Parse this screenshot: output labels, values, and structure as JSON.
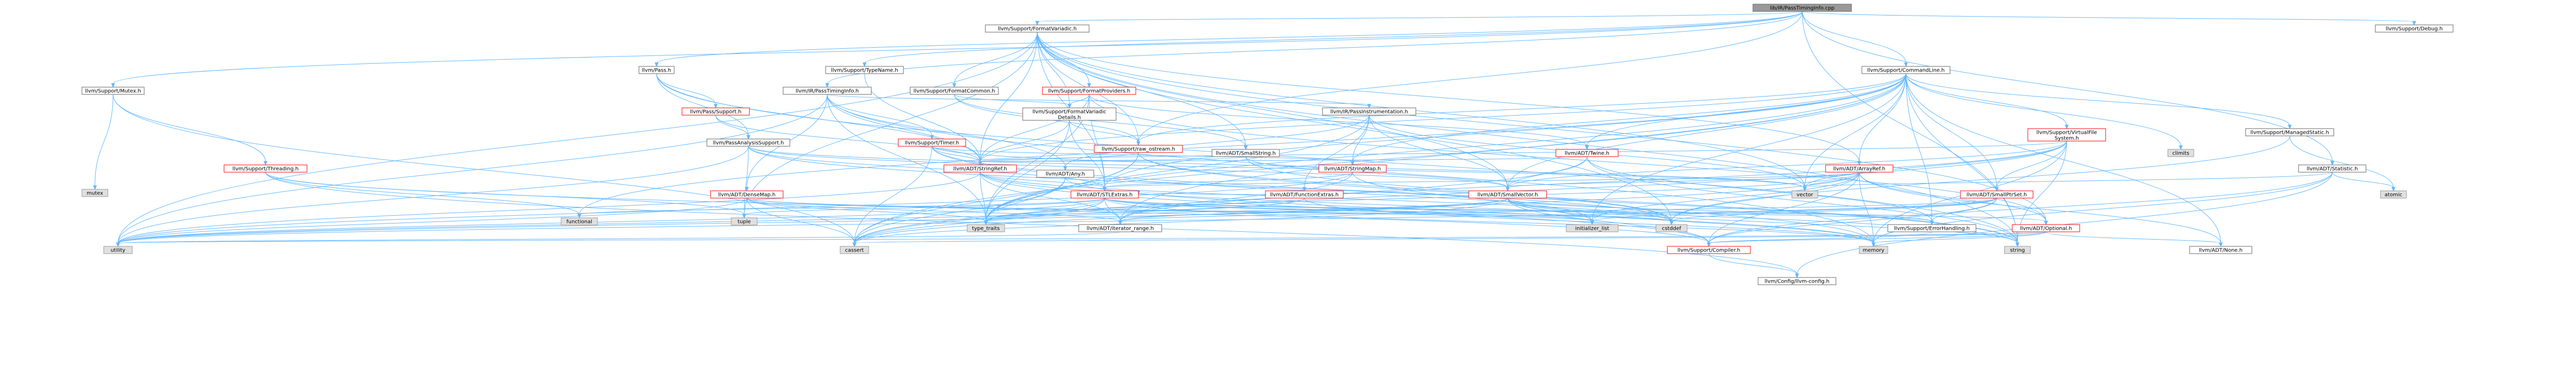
{
  "colors": {
    "root_fill": "#999999",
    "node_fill": "#ffffff",
    "node_border": "#666666",
    "red_border": "#ff0000",
    "red_text": "#000000",
    "system_fill": "#e0e0e0",
    "system_border": "#999999",
    "edge": "#63b8ff"
  },
  "nodes": [
    {
      "id": "root",
      "lines": [
        "lib/IR/PassTimingInfo.cpp"
      ],
      "kind": "root"
    },
    {
      "id": "fv",
      "lines": [
        "llvm/Support/FormatVariadic.h"
      ],
      "kind": "normal"
    },
    {
      "id": "dbg",
      "lines": [
        "llvm/Support/Debug.h"
      ],
      "kind": "normal"
    },
    {
      "id": "cl",
      "lines": [
        "llvm/Support/CommandLine.h"
      ],
      "kind": "normal"
    },
    {
      "id": "pass",
      "lines": [
        "llvm/Pass.h"
      ],
      "kind": "normal"
    },
    {
      "id": "tn",
      "lines": [
        "llvm/Support/TypeName.h"
      ],
      "kind": "normal"
    },
    {
      "id": "pti",
      "lines": [
        "llvm/IR/PassTimingInfo.h"
      ],
      "kind": "normal"
    },
    {
      "id": "mutex",
      "lines": [
        "llvm/Support/Mutex.h"
      ],
      "kind": "normal"
    },
    {
      "id": "fc",
      "lines": [
        "llvm/Support/FormatCommon.h"
      ],
      "kind": "normal"
    },
    {
      "id": "fp",
      "lines": [
        "llvm/Support/FormatProviders.h"
      ],
      "kind": "red"
    },
    {
      "id": "fvd",
      "lines": [
        "llvm/Support/FormatVariadic",
        "Details.h"
      ],
      "kind": "normal"
    },
    {
      "id": "pins",
      "lines": [
        "llvm/IR/PassInstrumentation.h"
      ],
      "kind": "normal"
    },
    {
      "id": "ps",
      "lines": [
        "llvm/Pass/Support.h"
      ],
      "kind": "red"
    },
    {
      "id": "pas",
      "lines": [
        "llvm/PassAnalysisSupport.h"
      ],
      "kind": "normal"
    },
    {
      "id": "timer",
      "lines": [
        "llvm/Support/Timer.h"
      ],
      "kind": "red"
    },
    {
      "id": "rawos",
      "lines": [
        "llvm/Support/raw_ostream.h"
      ],
      "kind": "red"
    },
    {
      "id": "twine",
      "lines": [
        "llvm/ADT/Twine.h"
      ],
      "kind": "red"
    },
    {
      "id": "smstr",
      "lines": [
        "llvm/ADT/SmallString.h"
      ],
      "kind": "normal"
    },
    {
      "id": "vfs",
      "lines": [
        "llvm/Support/VirtualFile",
        "System.h"
      ],
      "kind": "red"
    },
    {
      "id": "mstat",
      "lines": [
        "llvm/Support/ManagedStatic.h"
      ],
      "kind": "normal"
    },
    {
      "id": "climits",
      "lines": [
        "climits"
      ],
      "kind": "system"
    },
    {
      "id": "stat",
      "lines": [
        "llvm/ADT/Statistic.h"
      ],
      "kind": "normal"
    },
    {
      "id": "thr",
      "lines": [
        "llvm/Support/Threading.h"
      ],
      "kind": "red"
    },
    {
      "id": "mutexsys",
      "lines": [
        "mutex"
      ],
      "kind": "system"
    },
    {
      "id": "dmap",
      "lines": [
        "llvm/ADT/DenseMap.h"
      ],
      "kind": "red"
    },
    {
      "id": "sref",
      "lines": [
        "llvm/ADT/StringRef.h"
      ],
      "kind": "red"
    },
    {
      "id": "any",
      "lines": [
        "llvm/ADT/Any.h"
      ],
      "kind": "normal"
    },
    {
      "id": "smap",
      "lines": [
        "llvm/ADT/StringMap.h"
      ],
      "kind": "red"
    },
    {
      "id": "aref",
      "lines": [
        "llvm/ADT/ArrayRef.h"
      ],
      "kind": "red"
    },
    {
      "id": "stlx",
      "lines": [
        "llvm/ADT/STLExtras.h"
      ],
      "kind": "red"
    },
    {
      "id": "fnx",
      "lines": [
        "llvm/ADT/FunctionExtras.h"
      ],
      "kind": "red"
    },
    {
      "id": "svec",
      "lines": [
        "llvm/ADT/SmallVector.h"
      ],
      "kind": "red"
    },
    {
      "id": "vector",
      "lines": [
        "vector"
      ],
      "kind": "system"
    },
    {
      "id": "sps",
      "lines": [
        "llvm/ADT/SmallPtrSet.h"
      ],
      "kind": "red"
    },
    {
      "id": "atomic",
      "lines": [
        "atomic"
      ],
      "kind": "system"
    },
    {
      "id": "functional",
      "lines": [
        "functional"
      ],
      "kind": "system"
    },
    {
      "id": "tuple",
      "lines": [
        "tuple"
      ],
      "kind": "system"
    },
    {
      "id": "tt",
      "lines": [
        "type_traits"
      ],
      "kind": "system"
    },
    {
      "id": "itr",
      "lines": [
        "llvm/ADT/iterator_range.h"
      ],
      "kind": "normal"
    },
    {
      "id": "il",
      "lines": [
        "initializer_list"
      ],
      "kind": "system"
    },
    {
      "id": "cstddef",
      "lines": [
        "cstddef"
      ],
      "kind": "system"
    },
    {
      "id": "errh",
      "lines": [
        "llvm/Support/ErrorHandling.h"
      ],
      "kind": "normal"
    },
    {
      "id": "opt",
      "lines": [
        "llvm/ADT/Optional.h"
      ],
      "kind": "red"
    },
    {
      "id": "utility",
      "lines": [
        "utility"
      ],
      "kind": "system"
    },
    {
      "id": "cassert",
      "lines": [
        "cassert"
      ],
      "kind": "system"
    },
    {
      "id": "comp",
      "lines": [
        "llvm/Support/Compiler.h"
      ],
      "kind": "red"
    },
    {
      "id": "memory",
      "lines": [
        "memory"
      ],
      "kind": "system"
    },
    {
      "id": "string",
      "lines": [
        "string"
      ],
      "kind": "system"
    },
    {
      "id": "none",
      "lines": [
        "llvm/ADT/None.h"
      ],
      "kind": "normal"
    },
    {
      "id": "cfg",
      "lines": [
        "llvm/Config/llvm-config.h"
      ],
      "kind": "normal"
    }
  ],
  "edges": [
    [
      "root",
      "fv"
    ],
    [
      "root",
      "dbg"
    ],
    [
      "root",
      "cl"
    ],
    [
      "root",
      "pass"
    ],
    [
      "root",
      "tn"
    ],
    [
      "root",
      "pti"
    ],
    [
      "root",
      "mutex"
    ],
    [
      "root",
      "rawos"
    ],
    [
      "root",
      "stat"
    ],
    [
      "root",
      "string"
    ],
    [
      "fv",
      "fc"
    ],
    [
      "fv",
      "fp"
    ],
    [
      "fv",
      "fvd"
    ],
    [
      "fv",
      "rawos"
    ],
    [
      "fv",
      "smstr"
    ],
    [
      "fv",
      "sref"
    ],
    [
      "fv",
      "aref"
    ],
    [
      "fv",
      "stlx"
    ],
    [
      "fv",
      "svec"
    ],
    [
      "fv",
      "opt"
    ],
    [
      "fv",
      "cstddef"
    ],
    [
      "fv",
      "string"
    ],
    [
      "fv",
      "tuple"
    ],
    [
      "fv",
      "utility"
    ],
    [
      "fv",
      "vector"
    ],
    [
      "cl",
      "aref"
    ],
    [
      "cl",
      "stlx"
    ],
    [
      "cl",
      "smptr"
    ],
    [
      "cl",
      "svec"
    ],
    [
      "cl",
      "sref"
    ],
    [
      "cl",
      "twine"
    ],
    [
      "cl",
      "itr"
    ],
    [
      "cl",
      "vfs"
    ],
    [
      "cl",
      "mstat"
    ],
    [
      "cl",
      "errh"
    ],
    [
      "cl",
      "climits"
    ],
    [
      "cl",
      "cassert"
    ],
    [
      "cl",
      "functional"
    ],
    [
      "cl",
      "il"
    ],
    [
      "cl",
      "string"
    ],
    [
      "cl",
      "tt"
    ],
    [
      "cl",
      "vector"
    ],
    [
      "cl",
      "sps"
    ],
    [
      "cl",
      "smap"
    ],
    [
      "cl",
      "rawos"
    ],
    [
      "cl",
      "none"
    ],
    [
      "pass",
      "ps"
    ],
    [
      "pass",
      "pas"
    ],
    [
      "pass",
      "sref"
    ],
    [
      "pass",
      "string"
    ],
    [
      "tn",
      "sref"
    ],
    [
      "pti",
      "any"
    ],
    [
      "pti",
      "dmap"
    ],
    [
      "pti",
      "sref"
    ],
    [
      "pti",
      "timer"
    ],
    [
      "pti",
      "tt"
    ],
    [
      "pti",
      "memory"
    ],
    [
      "pti",
      "utility"
    ],
    [
      "pti",
      "pins"
    ],
    [
      "mutex",
      "thr"
    ],
    [
      "mutex",
      "mutexsys"
    ],
    [
      "mutex",
      "cassert"
    ],
    [
      "fc",
      "fvd"
    ],
    [
      "fc",
      "rawos"
    ],
    [
      "fc",
      "smstr"
    ],
    [
      "fp",
      "fvd"
    ],
    [
      "fp",
      "twine"
    ],
    [
      "fp",
      "stlx"
    ],
    [
      "fp",
      "sref"
    ],
    [
      "fp",
      "opt"
    ],
    [
      "fp",
      "tt"
    ],
    [
      "fvd",
      "rawos"
    ],
    [
      "fvd",
      "sref"
    ],
    [
      "fvd",
      "stlx"
    ],
    [
      "fvd",
      "tt"
    ],
    [
      "pins",
      "any"
    ],
    [
      "pins",
      "fnx"
    ],
    [
      "pins",
      "svec"
    ],
    [
      "pins",
      "smap"
    ],
    [
      "pins",
      "tt"
    ],
    [
      "pins",
      "vector"
    ],
    [
      "ps",
      "pas"
    ],
    [
      "ps",
      "sref"
    ],
    [
      "pas",
      "svec"
    ],
    [
      "pas",
      "stlx"
    ],
    [
      "pas",
      "cstddef"
    ],
    [
      "pas",
      "tuple"
    ],
    [
      "pas",
      "utility"
    ],
    [
      "pas",
      "vector"
    ],
    [
      "timer",
      "smap"
    ],
    [
      "timer",
      "sref"
    ],
    [
      "timer",
      "cassert"
    ],
    [
      "timer",
      "memory"
    ],
    [
      "timer",
      "string"
    ],
    [
      "timer",
      "vector"
    ],
    [
      "rawos",
      "sref"
    ],
    [
      "rawos",
      "cassert"
    ],
    [
      "rawos",
      "cstddef"
    ],
    [
      "rawos",
      "string"
    ],
    [
      "rawos",
      "tt"
    ],
    [
      "twine",
      "svec"
    ],
    [
      "twine",
      "sref"
    ],
    [
      "twine",
      "errh"
    ],
    [
      "twine",
      "cassert"
    ],
    [
      "twine",
      "cstdint"
    ],
    [
      "twine",
      "string"
    ],
    [
      "smstr",
      "svec"
    ],
    [
      "smstr",
      "sref"
    ],
    [
      "smstr",
      "cstddef"
    ],
    [
      "vfs",
      "sps"
    ],
    [
      "vfs",
      "svec"
    ],
    [
      "vfs",
      "sref"
    ],
    [
      "vfs",
      "cassert"
    ],
    [
      "vfs",
      "memory"
    ],
    [
      "vfs",
      "string"
    ],
    [
      "vfs",
      "vector"
    ],
    [
      "vfs",
      "itr"
    ],
    [
      "mstat",
      "atomic"
    ],
    [
      "mstat",
      "cstddef"
    ],
    [
      "stat",
      "atomic"
    ],
    [
      "stat",
      "memory"
    ],
    [
      "stat",
      "vector"
    ],
    [
      "stat",
      "cfg"
    ],
    [
      "stat",
      "comp"
    ],
    [
      "thr",
      "cfg"
    ],
    [
      "thr",
      "comp"
    ],
    [
      "thr",
      "functional"
    ],
    [
      "thr",
      "tuple"
    ],
    [
      "dmap",
      "utility"
    ],
    [
      "dmap",
      "cassert"
    ],
    [
      "dmap",
      "il"
    ],
    [
      "dmap",
      "cstddef"
    ],
    [
      "dmap",
      "tt"
    ],
    [
      "dmap",
      "itr"
    ],
    [
      "sref",
      "stlx"
    ],
    [
      "sref",
      "comp"
    ],
    [
      "sref",
      "string"
    ],
    [
      "sref",
      "utility"
    ],
    [
      "sref",
      "cstddef"
    ],
    [
      "sref",
      "tt"
    ],
    [
      "sref",
      "itr"
    ],
    [
      "any",
      "cassert"
    ],
    [
      "any",
      "memory"
    ],
    [
      "any",
      "tt"
    ],
    [
      "smap",
      "stlx"
    ],
    [
      "smap",
      "itr"
    ],
    [
      "smap",
      "il"
    ],
    [
      "smap",
      "utility"
    ],
    [
      "aref",
      "svec"
    ],
    [
      "aref",
      "stlx"
    ],
    [
      "aref",
      "none"
    ],
    [
      "aref",
      "opt"
    ],
    [
      "aref",
      "comp"
    ],
    [
      "aref",
      "vector"
    ],
    [
      "aref",
      "cassert"
    ],
    [
      "aref",
      "memory"
    ],
    [
      "aref",
      "il"
    ],
    [
      "aref",
      "cstddef"
    ],
    [
      "aref",
      "tt"
    ],
    [
      "stlx",
      "itr"
    ],
    [
      "stlx",
      "opt"
    ],
    [
      "stlx",
      "utility"
    ],
    [
      "stlx",
      "cassert"
    ],
    [
      "stlx",
      "functional"
    ],
    [
      "stlx",
      "tuple"
    ],
    [
      "stlx",
      "tt"
    ],
    [
      "stlx",
      "il"
    ],
    [
      "stlx",
      "cstddef"
    ],
    [
      "stlx",
      "memory"
    ],
    [
      "stlx",
      "errh"
    ],
    [
      "fnx",
      "stlx"
    ],
    [
      "fnx",
      "tt"
    ],
    [
      "fnx",
      "memory"
    ],
    [
      "fnx",
      "utility"
    ],
    [
      "svec",
      "comp"
    ],
    [
      "svec",
      "utility"
    ],
    [
      "svec",
      "cassert"
    ],
    [
      "svec",
      "cstddef"
    ],
    [
      "svec",
      "il"
    ],
    [
      "svec",
      "memory"
    ],
    [
      "svec",
      "tt"
    ],
    [
      "svec",
      "itr"
    ],
    [
      "svec",
      "errh"
    ],
    [
      "svec",
      "string"
    ],
    [
      "sps",
      "comp"
    ],
    [
      "sps",
      "il"
    ],
    [
      "sps",
      "cstddef"
    ],
    [
      "sps",
      "utility"
    ],
    [
      "sps",
      "errh"
    ],
    [
      "sps",
      "itr"
    ],
    [
      "errh",
      "comp"
    ],
    [
      "opt",
      "comp"
    ],
    [
      "opt",
      "utility"
    ],
    [
      "opt",
      "cassert"
    ],
    [
      "opt",
      "memory"
    ],
    [
      "opt",
      "none"
    ],
    [
      "comp",
      "cfg"
    ],
    [
      "itr",
      "utility"
    ]
  ]
}
